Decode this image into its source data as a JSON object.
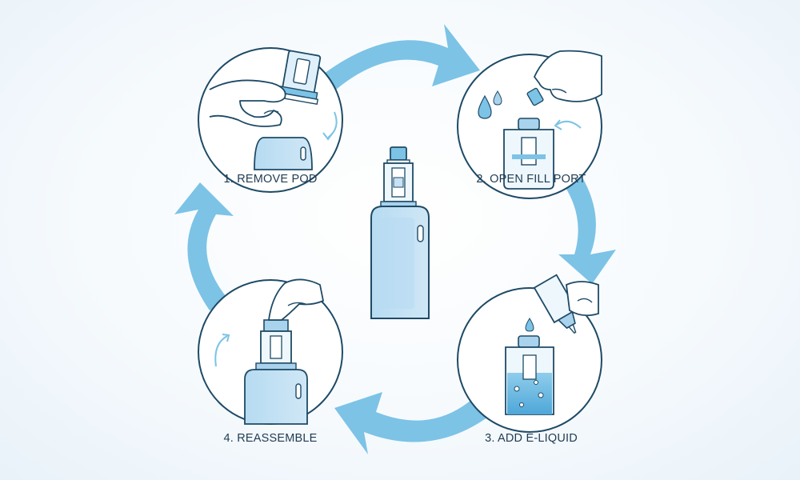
{
  "steps": [
    {
      "id": 1,
      "label": "1. REMOVE POD"
    },
    {
      "id": 2,
      "label": "2. OPEN FILL PORT"
    },
    {
      "id": 3,
      "label": "3. ADD E-LIQUID"
    },
    {
      "id": 4,
      "label": "4. REASSEMBLE"
    }
  ],
  "colors": {
    "arrow": "#7cc3e6",
    "outline": "#1e4a66",
    "device_fill": "#a9d2ec",
    "device_body": "#c6e2f4",
    "liquid": "#5fb3e0",
    "background": "#f6fafd"
  },
  "icons": [
    "cycle-arrow-icon",
    "hand-icon",
    "droplet-icon",
    "curved-arrow-icon",
    "dropper-bottle-icon",
    "vape-device-icon"
  ]
}
